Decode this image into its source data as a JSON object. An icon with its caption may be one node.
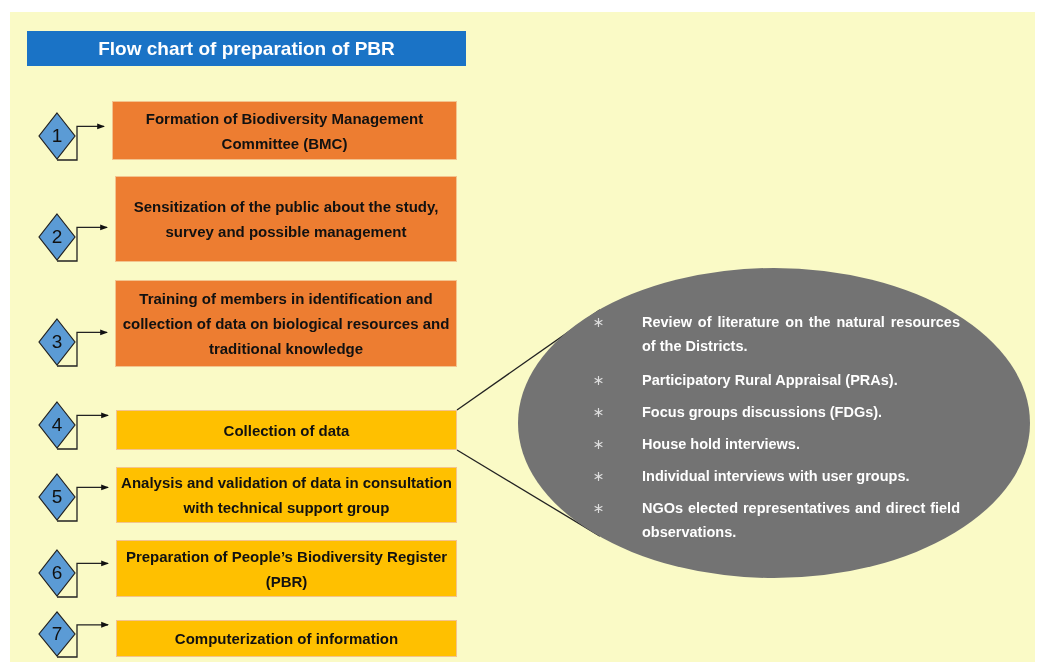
{
  "diagram": {
    "title": "Flow chart of preparation of PBR",
    "nodes": [
      {
        "text": [
          "1"
        ]
      },
      {
        "text": [
          "Formation of Biodiversity Management Committee (BMC)"
        ]
      },
      {
        "text": [
          "2"
        ]
      },
      {
        "text": [
          "Sensitization of the public about the study, survey and possible management"
        ]
      },
      {
        "text": [
          "3"
        ]
      },
      {
        "text": [
          "Training of members in identification and collection of data on biological resources and traditional knowledge"
        ]
      },
      {
        "text": [
          "4"
        ]
      },
      {
        "text": [
          "Collection of data"
        ]
      },
      {
        "text": [
          "5"
        ]
      },
      {
        "text": [
          "Analysis and validation of data in consultation with technical support group"
        ]
      },
      {
        "text": [
          "6"
        ]
      },
      {
        "text": [
          "Preparation of People’s Biodiversity Register (PBR)"
        ]
      },
      {
        "text": [
          "7"
        ]
      },
      {
        "text": [
          "Computerization of information"
        ]
      },
      {
        "text": [
          "Review of literature on the natural resources of the Districts.",
          "Participatory Rural Appraisal (PRAs).",
          "Focus groups discussions (FDGs).",
          "House hold interviews.",
          "Individual interviews with user groups.",
          "NGOs elected representatives and direct field observations."
        ]
      }
    ],
    "edges": [
      {
        "from": 0,
        "to": 1,
        "arrow": "to"
      },
      {
        "from": 2,
        "to": 3,
        "arrow": "to"
      },
      {
        "from": 4,
        "to": 5,
        "arrow": "to"
      },
      {
        "from": 6,
        "to": 7,
        "arrow": "to"
      },
      {
        "from": 8,
        "to": 9,
        "arrow": "to"
      },
      {
        "from": 10,
        "to": 11,
        "arrow": "to"
      },
      {
        "from": 12,
        "to": 13,
        "arrow": "to"
      },
      {
        "from": 7,
        "to": 14,
        "arrow": "none"
      },
      {
        "from": 7,
        "to": 14,
        "arrow": "none"
      }
    ]
  }
}
